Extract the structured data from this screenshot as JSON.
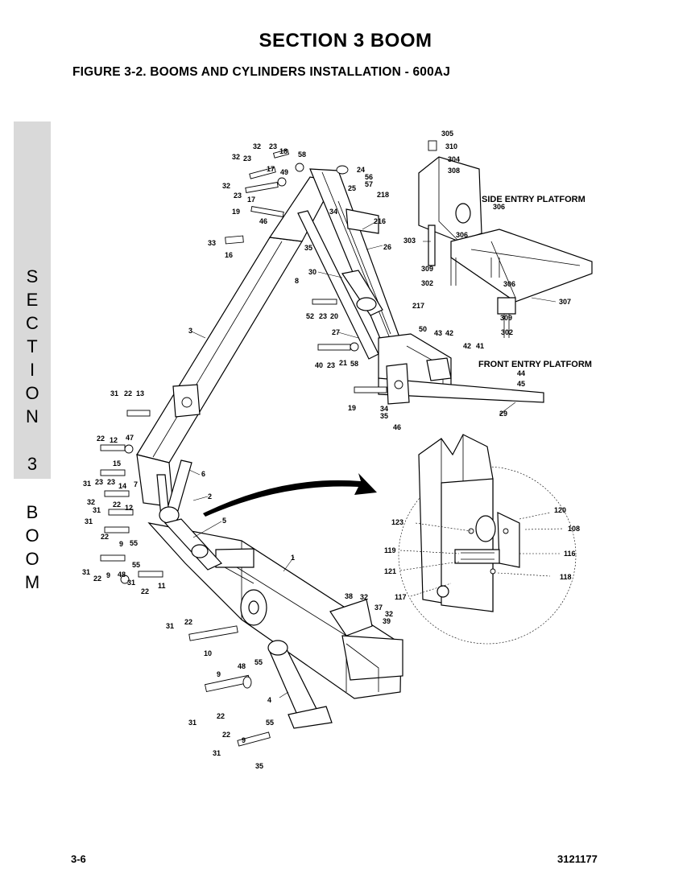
{
  "header": {
    "section_title": "SECTION 3   BOOM",
    "figure_title": "FIGURE 3-2.   BOOMS AND CYLINDERS INSTALLATION - 600AJ"
  },
  "side_tab": {
    "letters": [
      "S",
      "E",
      "C",
      "T",
      "I",
      "O",
      "N",
      "",
      "3",
      "",
      "B",
      "O",
      "O",
      "M"
    ]
  },
  "diagram": {
    "captions": {
      "side_entry": "SIDE ENTRY PLATFORM",
      "front_entry": "FRONT ENTRY PLATFORM"
    },
    "callouts": [
      {
        "id": "c01",
        "text": "32"
      },
      {
        "id": "c02",
        "text": "23"
      },
      {
        "id": "c03",
        "text": "18"
      },
      {
        "id": "c04",
        "text": "58"
      },
      {
        "id": "c05",
        "text": "32"
      },
      {
        "id": "c06",
        "text": "23"
      },
      {
        "id": "c07",
        "text": "17"
      },
      {
        "id": "c08",
        "text": "49"
      },
      {
        "id": "c09",
        "text": "24"
      },
      {
        "id": "c10",
        "text": "56"
      },
      {
        "id": "c11",
        "text": "57"
      },
      {
        "id": "c12",
        "text": "32"
      },
      {
        "id": "c13",
        "text": "23"
      },
      {
        "id": "c14",
        "text": "17"
      },
      {
        "id": "c15",
        "text": "25"
      },
      {
        "id": "c16",
        "text": "218"
      },
      {
        "id": "c17",
        "text": "19"
      },
      {
        "id": "c18",
        "text": "34"
      },
      {
        "id": "c19",
        "text": "46"
      },
      {
        "id": "c20",
        "text": "216"
      },
      {
        "id": "c21",
        "text": "33"
      },
      {
        "id": "c22",
        "text": "16"
      },
      {
        "id": "c23",
        "text": "35"
      },
      {
        "id": "c24",
        "text": "26"
      },
      {
        "id": "c25",
        "text": "30"
      },
      {
        "id": "c26",
        "text": "8"
      },
      {
        "id": "c27",
        "text": "52"
      },
      {
        "id": "c28",
        "text": "23"
      },
      {
        "id": "c29",
        "text": "20"
      },
      {
        "id": "c30",
        "text": "217"
      },
      {
        "id": "c31",
        "text": "3"
      },
      {
        "id": "c32",
        "text": "27"
      },
      {
        "id": "c33",
        "text": "50"
      },
      {
        "id": "c34",
        "text": "43"
      },
      {
        "id": "c35",
        "text": "42"
      },
      {
        "id": "c36",
        "text": "42"
      },
      {
        "id": "c37",
        "text": "41"
      },
      {
        "id": "c38",
        "text": "40"
      },
      {
        "id": "c39",
        "text": "23"
      },
      {
        "id": "c40",
        "text": "21"
      },
      {
        "id": "c41",
        "text": "58"
      },
      {
        "id": "c42",
        "text": "44"
      },
      {
        "id": "c43",
        "text": "45"
      },
      {
        "id": "c44",
        "text": "31"
      },
      {
        "id": "c45",
        "text": "22"
      },
      {
        "id": "c46",
        "text": "13"
      },
      {
        "id": "c47",
        "text": "19"
      },
      {
        "id": "c48",
        "text": "34"
      },
      {
        "id": "c49",
        "text": "35"
      },
      {
        "id": "c50",
        "text": "29"
      },
      {
        "id": "c51",
        "text": "46"
      },
      {
        "id": "c52",
        "text": "22"
      },
      {
        "id": "c53",
        "text": "12"
      },
      {
        "id": "c54",
        "text": "47"
      },
      {
        "id": "c55",
        "text": "15"
      },
      {
        "id": "c56",
        "text": "31"
      },
      {
        "id": "c57",
        "text": "23"
      },
      {
        "id": "c58",
        "text": "23"
      },
      {
        "id": "c59",
        "text": "6"
      },
      {
        "id": "c60",
        "text": "7"
      },
      {
        "id": "c61",
        "text": "14"
      },
      {
        "id": "c62",
        "text": "32"
      },
      {
        "id": "c63",
        "text": "22"
      },
      {
        "id": "c64",
        "text": "31"
      },
      {
        "id": "c65",
        "text": "12"
      },
      {
        "id": "c66",
        "text": "2"
      },
      {
        "id": "c67",
        "text": "31"
      },
      {
        "id": "c68",
        "text": "5"
      },
      {
        "id": "c69",
        "text": "22"
      },
      {
        "id": "c70",
        "text": "9"
      },
      {
        "id": "c71",
        "text": "55"
      },
      {
        "id": "c72",
        "text": "1"
      },
      {
        "id": "c73",
        "text": "31"
      },
      {
        "id": "c74",
        "text": "22"
      },
      {
        "id": "c75",
        "text": "9"
      },
      {
        "id": "c76",
        "text": "48"
      },
      {
        "id": "c77",
        "text": "55"
      },
      {
        "id": "c78",
        "text": "31"
      },
      {
        "id": "c79",
        "text": "22"
      },
      {
        "id": "c80",
        "text": "11"
      },
      {
        "id": "c81",
        "text": "38"
      },
      {
        "id": "c82",
        "text": "32"
      },
      {
        "id": "c83",
        "text": "37"
      },
      {
        "id": "c84",
        "text": "32"
      },
      {
        "id": "c85",
        "text": "39"
      },
      {
        "id": "c86",
        "text": "31"
      },
      {
        "id": "c87",
        "text": "22"
      },
      {
        "id": "c88",
        "text": "10"
      },
      {
        "id": "c89",
        "text": "48"
      },
      {
        "id": "c90",
        "text": "55"
      },
      {
        "id": "c91",
        "text": "9"
      },
      {
        "id": "c92",
        "text": "22"
      },
      {
        "id": "c93",
        "text": "31"
      },
      {
        "id": "c94",
        "text": "4"
      },
      {
        "id": "c95",
        "text": "55"
      },
      {
        "id": "c96",
        "text": "22"
      },
      {
        "id": "c97",
        "text": "9"
      },
      {
        "id": "c98",
        "text": "31"
      },
      {
        "id": "c99",
        "text": "35"
      },
      {
        "id": "p01",
        "text": "305"
      },
      {
        "id": "p02",
        "text": "310"
      },
      {
        "id": "p03",
        "text": "304"
      },
      {
        "id": "p04",
        "text": "308"
      },
      {
        "id": "p05",
        "text": "306"
      },
      {
        "id": "p06",
        "text": "306"
      },
      {
        "id": "p07",
        "text": "303"
      },
      {
        "id": "p08",
        "text": "309"
      },
      {
        "id": "p09",
        "text": "302"
      },
      {
        "id": "p10",
        "text": "306"
      },
      {
        "id": "p11",
        "text": "307"
      },
      {
        "id": "p12",
        "text": "309"
      },
      {
        "id": "p13",
        "text": "302"
      },
      {
        "id": "d01",
        "text": "120"
      },
      {
        "id": "d02",
        "text": "123"
      },
      {
        "id": "d03",
        "text": "108"
      },
      {
        "id": "d04",
        "text": "119"
      },
      {
        "id": "d05",
        "text": "116"
      },
      {
        "id": "d06",
        "text": "121"
      },
      {
        "id": "d07",
        "text": "118"
      },
      {
        "id": "d08",
        "text": "117"
      }
    ]
  },
  "footer": {
    "page_number": "3-6",
    "doc_number": "3121177"
  }
}
